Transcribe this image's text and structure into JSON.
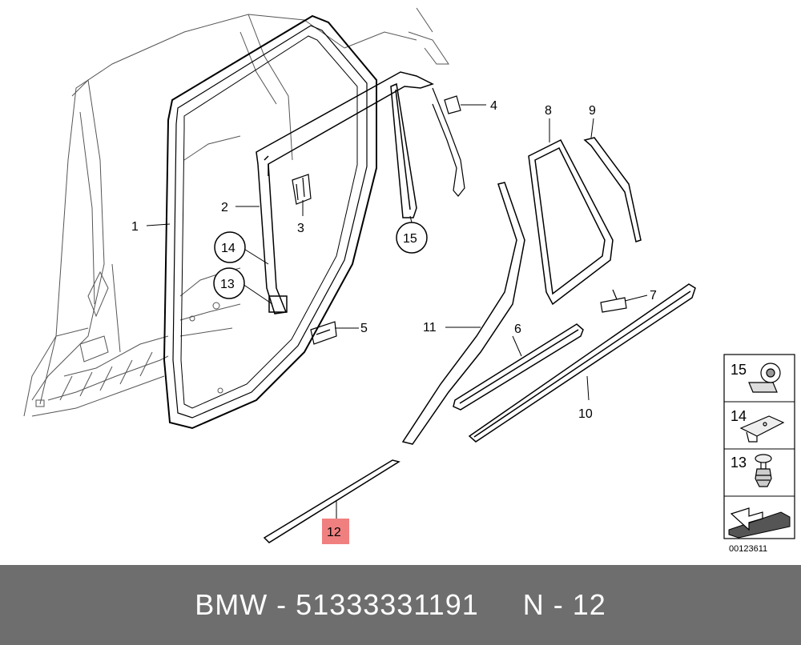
{
  "diagram": {
    "callouts": {
      "c1": "1",
      "c2": "2",
      "c3": "3",
      "c4": "4",
      "c5": "5",
      "c6": "6",
      "c7": "7",
      "c8": "8",
      "c9": "9",
      "c10": "10",
      "c11": "11",
      "c12": "12",
      "c13": "13",
      "c14": "14",
      "c15": "15"
    },
    "highlight_color": "#f08080",
    "legend": {
      "l15": "15",
      "l14": "14",
      "l13": "13"
    },
    "reference_number": "00123611"
  },
  "footer": {
    "brand": "BMW",
    "separator": " - ",
    "part_number": "51333331191",
    "position_label": "N - 12"
  }
}
